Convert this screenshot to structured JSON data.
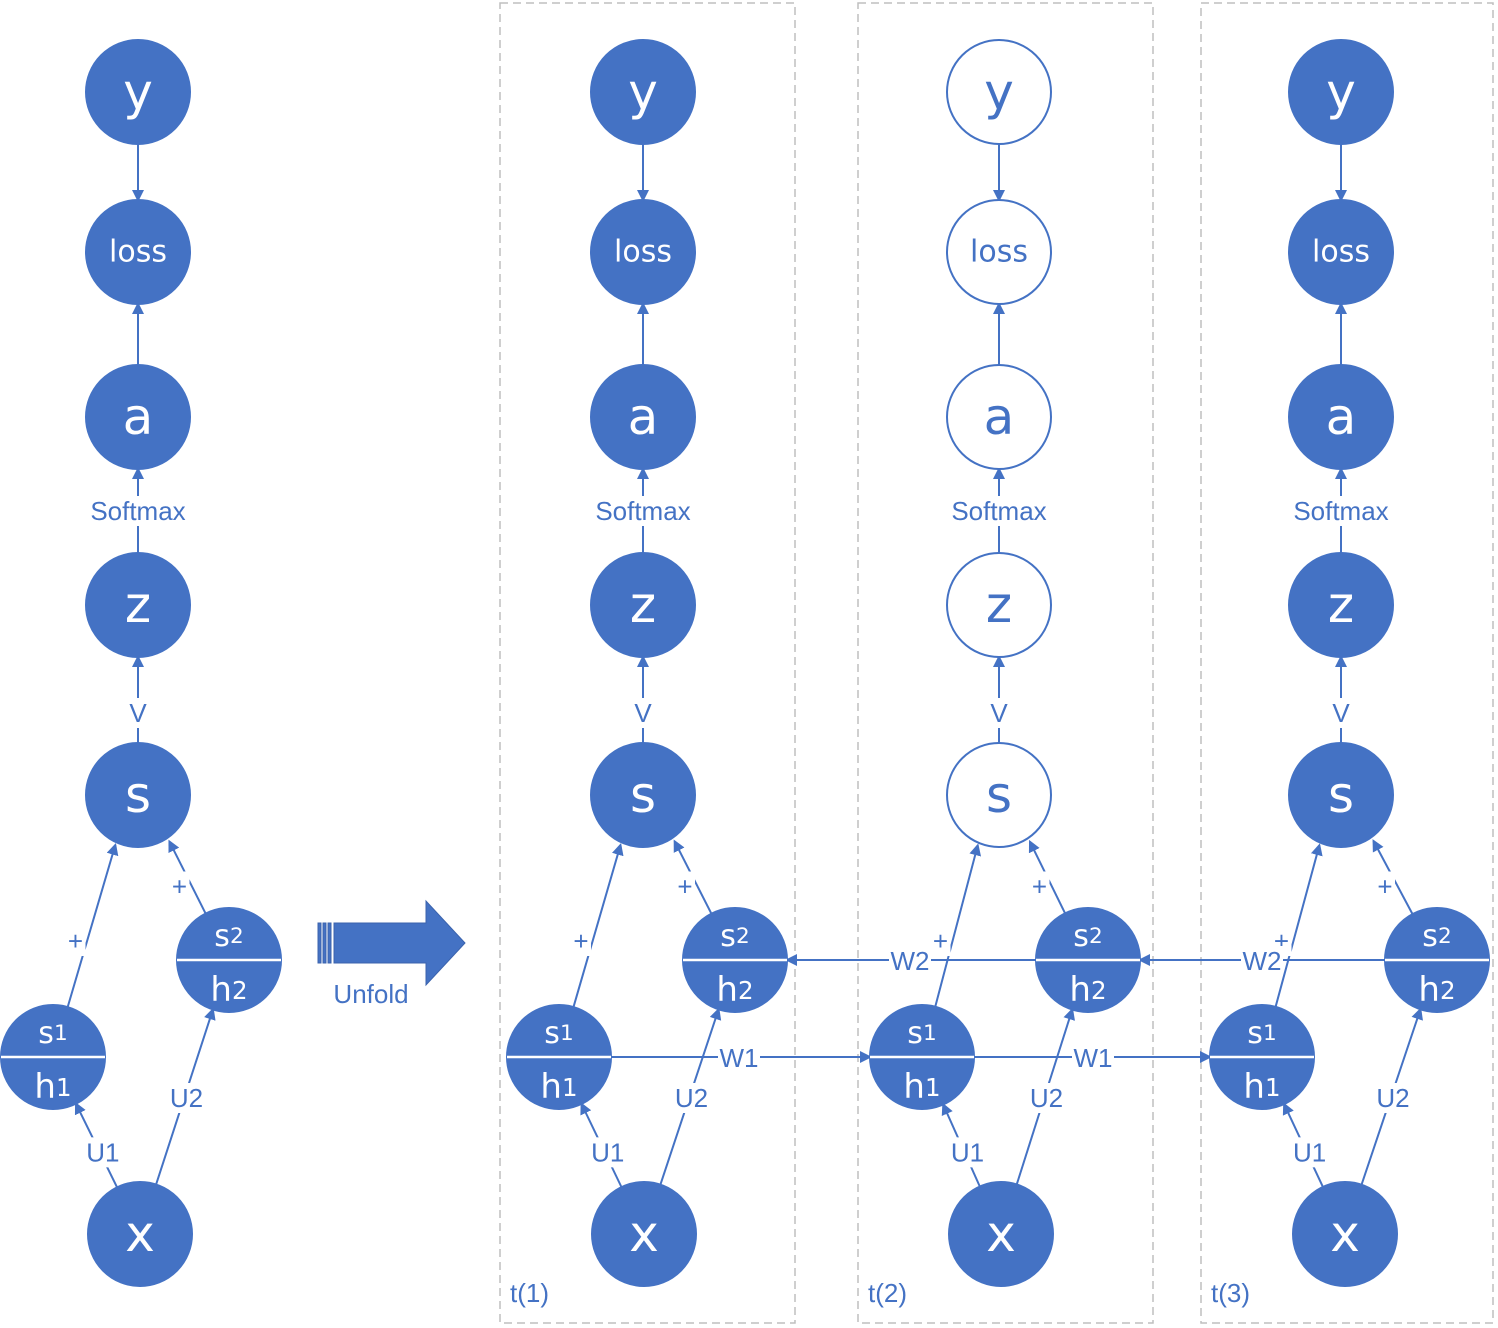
{
  "colors": {
    "accent": "#4472c4",
    "frame": "#bfbfbf",
    "background": "#ffffff"
  },
  "nodes": {
    "y": "y",
    "loss": "loss",
    "a": "a",
    "z": "z",
    "s": "s",
    "x": "x",
    "s1": "s1",
    "h1": "h1",
    "s2": "s2",
    "h2": "h2"
  },
  "edges": {
    "softmax": "Softmax",
    "v": "V",
    "plus": "+",
    "u1": "U1",
    "u2": "U2",
    "w1": "W1",
    "w2": "W2"
  },
  "unfold_label": "Unfold",
  "frames": [
    "t(1)",
    "t(2)",
    "t(3)"
  ],
  "columns": [
    {
      "id": "rolled",
      "hollow_upper": false
    },
    {
      "id": "t1",
      "hollow_upper": false
    },
    {
      "id": "t2",
      "hollow_upper": true
    },
    {
      "id": "t3",
      "hollow_upper": false
    }
  ]
}
